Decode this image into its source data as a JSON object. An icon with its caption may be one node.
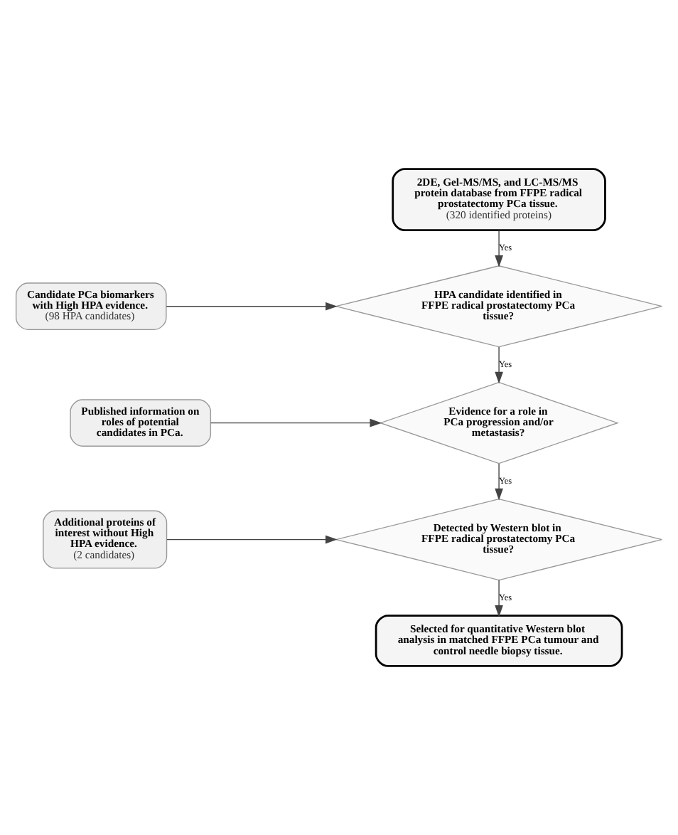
{
  "diagram": {
    "nodes": [
      {
        "text": [
          "2DE, Gel-MS/MS, and LC-MS/MS protein database from FFPE radical prostatectomy PCa tissue.",
          "(320 identified proteins)"
        ]
      },
      {
        "text": [
          "Candidate PCa biomarkers with High HPA evidence.",
          "(98 HPA candidates)"
        ]
      },
      {
        "text": [
          "HPA candidate identified in FFPE radical prostatectomy PCa tissue?"
        ]
      },
      {
        "text": [
          "Published information on roles of potential candidates in PCa."
        ]
      },
      {
        "text": [
          "Evidence for a role in PCa progression and/or metastasis?"
        ]
      },
      {
        "text": [
          "Additional proteins of interest without High HPA evidence.",
          "(2 candidates)"
        ]
      },
      {
        "text": [
          "Detected by Western blot in FFPE radical prostatectomy PCa tissue?"
        ]
      },
      {
        "text": [
          "Selected for quantitative Western blot analysis in matched FFPE PCa tumour and control needle biopsy tissue."
        ]
      }
    ],
    "edges": [
      {
        "from": 0,
        "to": 2,
        "arrow": "to",
        "label": "Yes"
      },
      {
        "from": 1,
        "to": 2,
        "arrow": "to"
      },
      {
        "from": 2,
        "to": 4,
        "arrow": "to",
        "label": "Yes"
      },
      {
        "from": 3,
        "to": 4,
        "arrow": "to"
      },
      {
        "from": 4,
        "to": 6,
        "arrow": "to",
        "label": "Yes"
      },
      {
        "from": 5,
        "to": 6,
        "arrow": "to"
      },
      {
        "from": 6,
        "to": 7,
        "arrow": "to",
        "label": "Yes"
      }
    ]
  }
}
